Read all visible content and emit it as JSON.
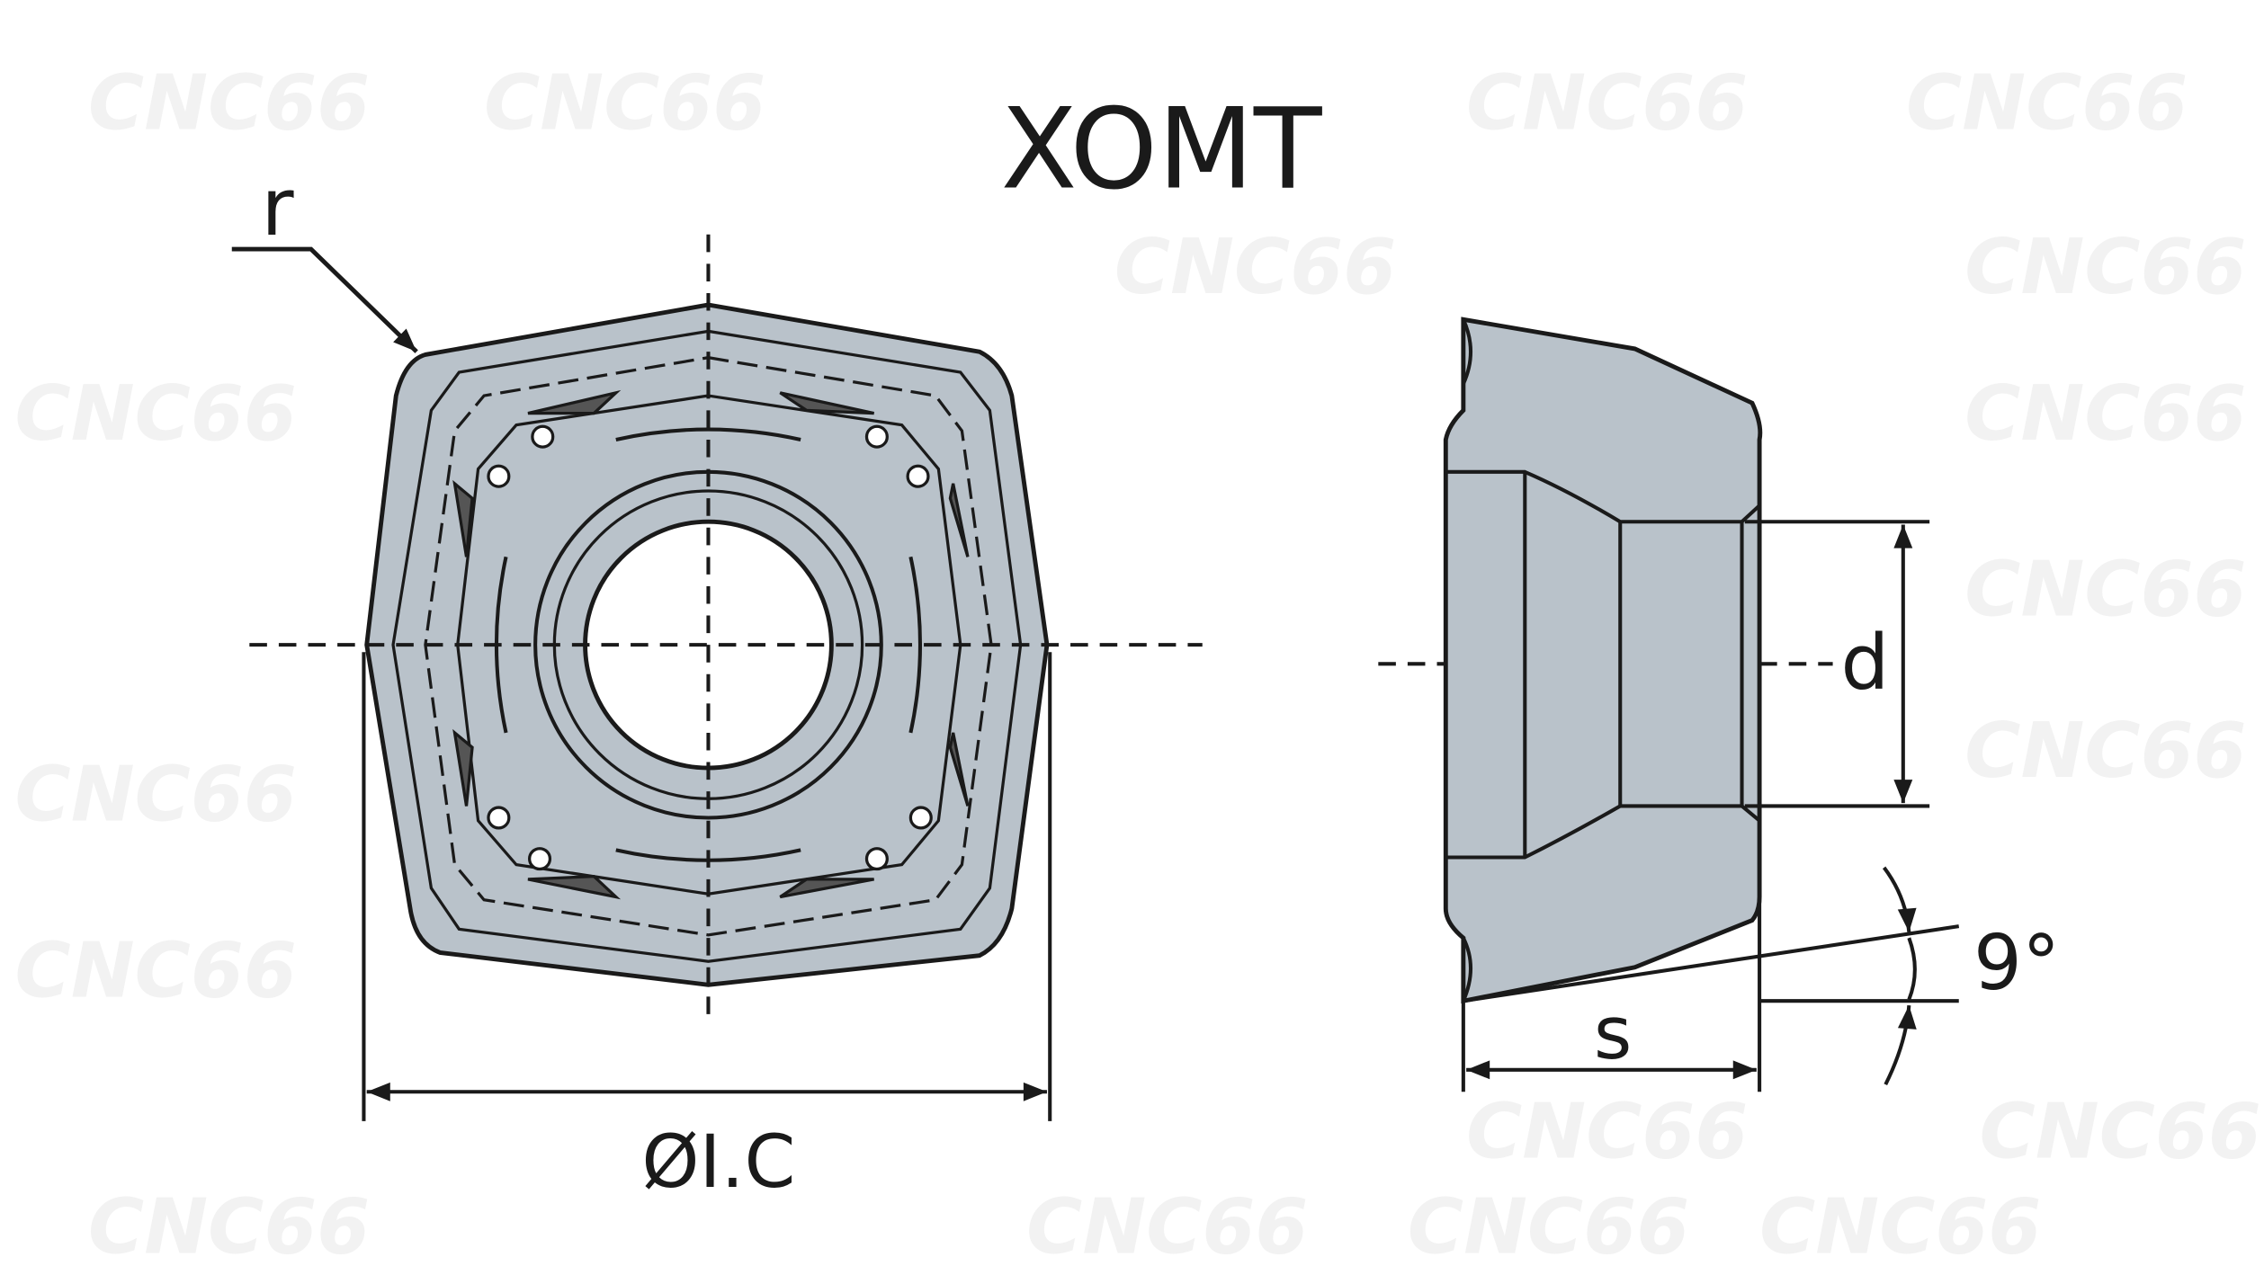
{
  "title": "XOMT",
  "watermark": "CNC66",
  "labels": {
    "corner_radius": "r",
    "inscribed_circle": "ØI.C",
    "hole_diameter": "d",
    "thickness": "s",
    "clearance_angle": "9°"
  },
  "colors": {
    "insert_fill": "#b9c2ca",
    "line": "#1a1a1a"
  }
}
